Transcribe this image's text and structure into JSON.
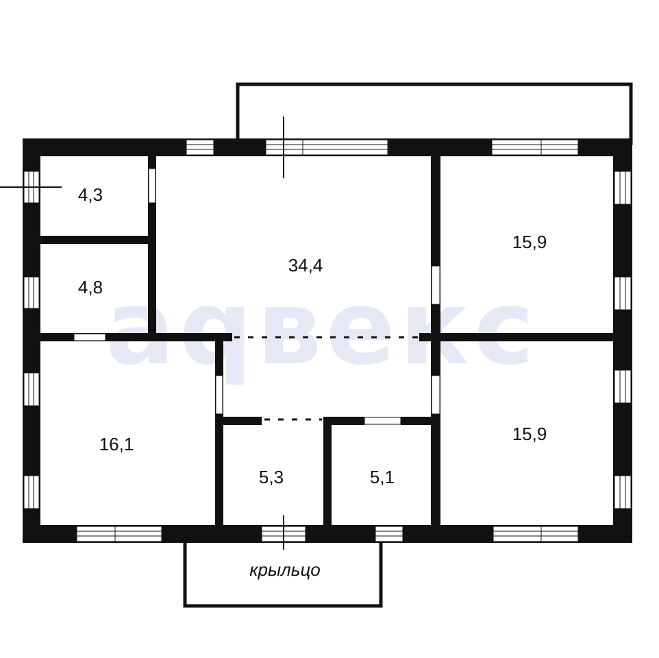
{
  "watermark": "аqвекс",
  "rooms": [
    {
      "id": "room-a",
      "area": "4,3"
    },
    {
      "id": "room-b",
      "area": "4,8"
    },
    {
      "id": "room-c",
      "area": "34,4"
    },
    {
      "id": "room-d",
      "area": "15,9"
    },
    {
      "id": "room-e",
      "area": "16,1"
    },
    {
      "id": "room-f",
      "area": "5,3"
    },
    {
      "id": "room-g",
      "area": "5,1"
    },
    {
      "id": "room-h",
      "area": "15,9"
    }
  ],
  "porch": {
    "label": "крыльцо"
  },
  "colors": {
    "wall": "#111111",
    "watermark": "#e6e9f5",
    "background": "#ffffff"
  }
}
